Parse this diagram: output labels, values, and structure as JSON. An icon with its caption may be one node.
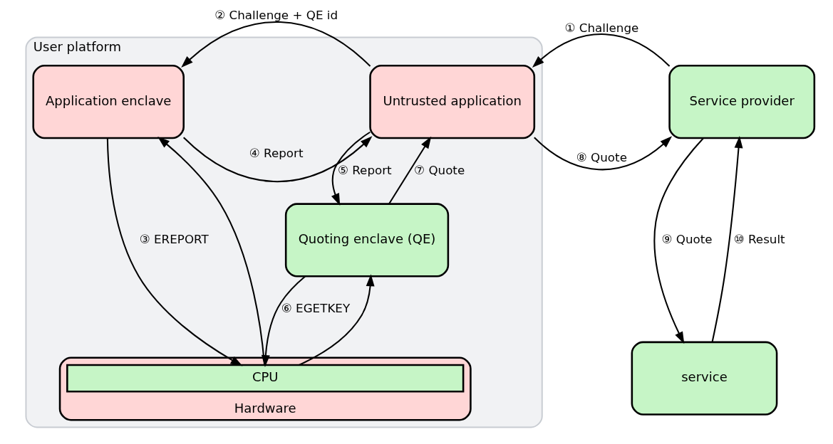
{
  "diagram": {
    "nodes": [
      {
        "text": [
          "User platform"
        ]
      },
      {
        "text": [
          "Application enclave"
        ],
        "in": 0
      },
      {
        "text": [
          "Untrusted application"
        ],
        "in": 0
      },
      {
        "text": [
          "Quoting enclave (QE)"
        ],
        "in": 0
      },
      {
        "text": [
          "Hardware"
        ],
        "in": 0
      },
      {
        "text": [
          "CPU"
        ],
        "in": 4
      },
      {
        "text": [
          "Service provider"
        ]
      },
      {
        "text": [
          "service"
        ]
      }
    ],
    "edges": [
      {
        "from": 6,
        "to": 2,
        "arrow": "to",
        "label": "① Challenge"
      },
      {
        "from": 2,
        "to": 1,
        "arrow": "to",
        "label": "② Challenge + QE id"
      },
      {
        "from": 1,
        "to": 5,
        "arrow": "to",
        "label": "③ EREPORT"
      },
      {
        "from": 5,
        "to": 1,
        "arrow": "to"
      },
      {
        "from": 1,
        "to": 2,
        "arrow": "to",
        "label": "④ Report"
      },
      {
        "from": 2,
        "to": 3,
        "arrow": "to",
        "label": "⑤ Report"
      },
      {
        "from": 3,
        "to": 5,
        "arrow": "to",
        "label": "⑥ EGETKEY"
      },
      {
        "from": 5,
        "to": 3,
        "arrow": "to"
      },
      {
        "from": 3,
        "to": 2,
        "arrow": "to",
        "label": "⑦ Quote"
      },
      {
        "from": 2,
        "to": 6,
        "arrow": "to",
        "label": "⑧ Quote"
      },
      {
        "from": 6,
        "to": 7,
        "arrow": "to",
        "label": "⑨ Quote"
      },
      {
        "from": 7,
        "to": 6,
        "arrow": "to",
        "label": "⑩ Result"
      }
    ]
  }
}
